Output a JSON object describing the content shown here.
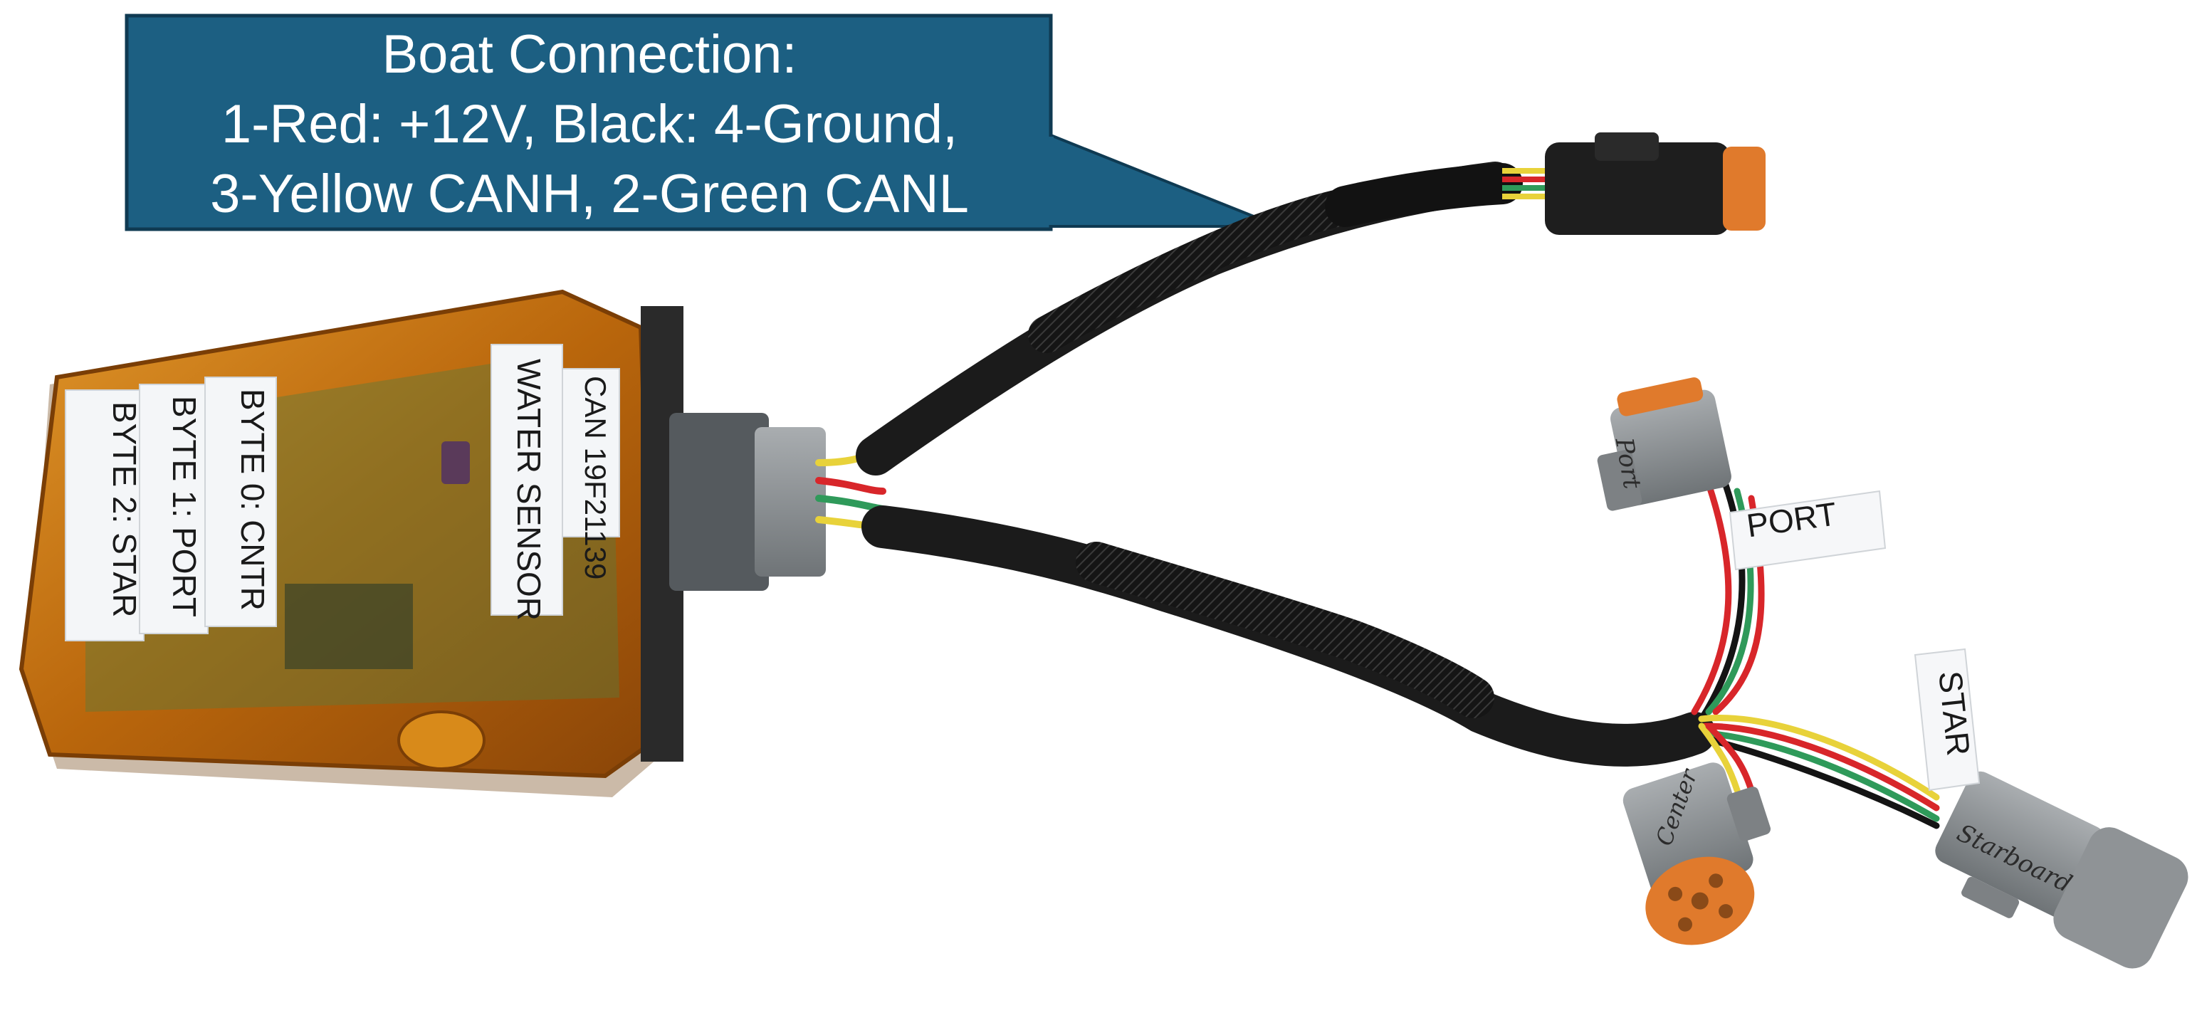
{
  "callout": {
    "title": "Boat Connection:",
    "line1": "1-Red: +12V, Black: 4-Ground,",
    "line2": "3-Yellow CANH, 2-Green CANL",
    "fill": "#1c5f82",
    "stroke": "#0f3a52"
  },
  "device_labels": {
    "can_id": "CAN 19F21139",
    "sensor": "WATER SENSOR",
    "byte0": "BYTE 0: CNTR",
    "byte1": "BYTE 1: PORT",
    "byte2": "BYTE 2: STAR"
  },
  "harness_tags": {
    "port": "PORT",
    "star": "STAR"
  },
  "connector_handwriting": {
    "port": "Port",
    "center": "Center",
    "starboard": "Starboard"
  },
  "colors": {
    "housing": "#c9740f",
    "cable": "#1b1b1b",
    "connector_gray": "#8f9396",
    "seal_orange": "#e07a2c",
    "wire_red": "#d8262a",
    "wire_black": "#141414",
    "wire_yellow": "#e8d23a",
    "wire_green": "#2f9a5a"
  }
}
